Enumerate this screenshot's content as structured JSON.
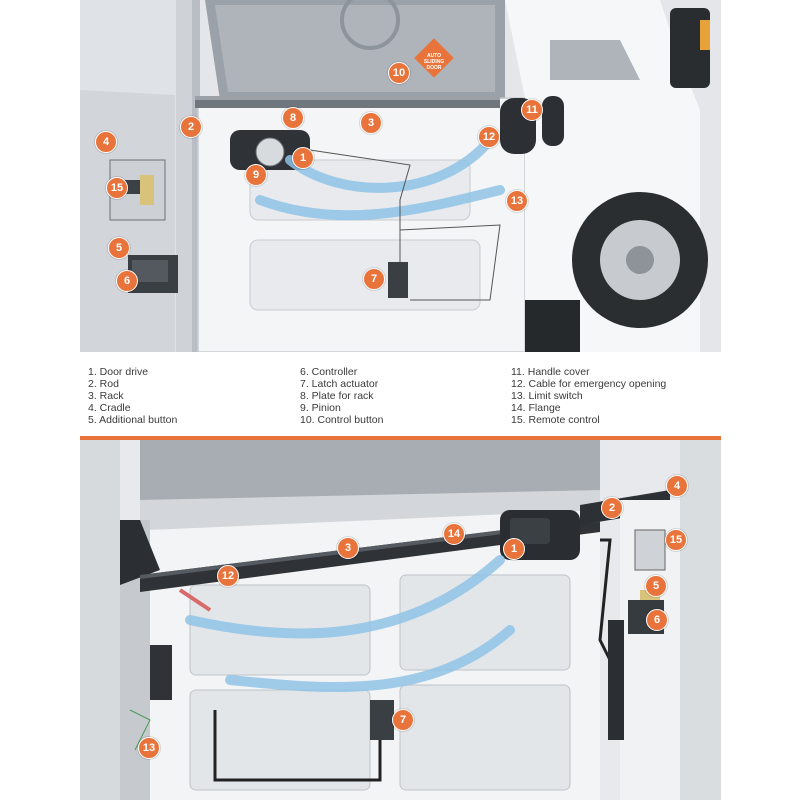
{
  "callouts": {
    "n1": "1",
    "n2": "2",
    "n3": "3",
    "n4": "4",
    "n5": "5",
    "n6": "6",
    "n7": "7",
    "n8": "8",
    "n9": "9",
    "n10": "10",
    "n11": "11",
    "n12": "12",
    "n13": "13",
    "n14": "14",
    "n15": "15"
  },
  "sign": {
    "text": "AUTO SLIDING DOOR"
  },
  "legend": {
    "col1": [
      "1. Door drive",
      "2. Rod",
      "3. Rack",
      "4. Cradle",
      "5. Additional button"
    ],
    "col2": [
      "6. Controller",
      "7. Latch actuator",
      "8. Plate for rack",
      "9. Pinion",
      "10. Control button"
    ],
    "col3": [
      "11. Handle cover",
      "12. Cable for emergency opening",
      "13. Limit switch",
      "14. Flange",
      "15. Remote control"
    ]
  },
  "colors": {
    "accent": "#e8743b",
    "cable": "#8fc3e6"
  }
}
